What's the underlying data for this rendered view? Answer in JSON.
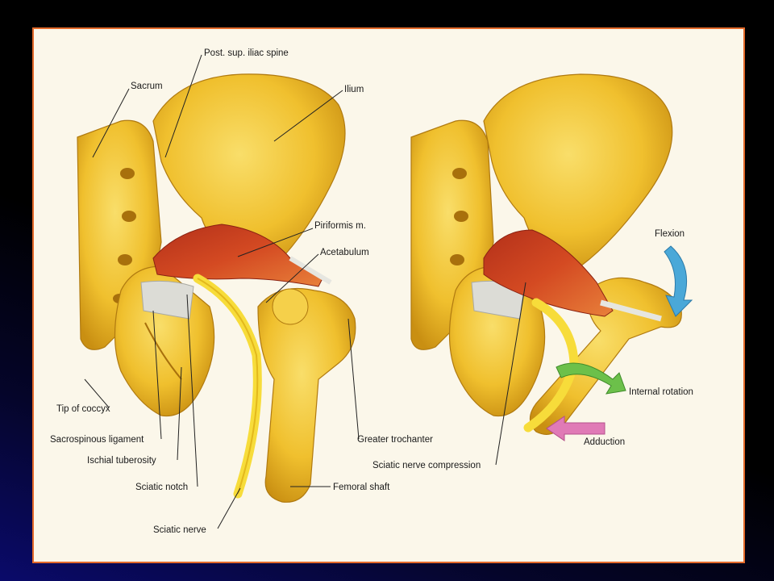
{
  "labels": {
    "sacrum": "Sacrum",
    "post_sup_iliac_spine": "Post. sup. iliac spine",
    "ilium": "Ilium",
    "piriformis": "Piriformis m.",
    "acetabulum": "Acetabulum",
    "tip_of_coccyx": "Tip of coccyx",
    "sacrospinous_ligament": "Sacrospinous ligament",
    "ischial_tuberosity": "Ischial tuberosity",
    "sciatic_notch": "Sciatic notch",
    "sciatic_nerve": "Sciatic nerve",
    "greater_trochanter": "Greater trochanter",
    "femoral_shaft": "Femoral shaft",
    "sciatic_nerve_compression": "Sciatic nerve compression",
    "flexion": "Flexion",
    "internal_rotation": "Internal rotation",
    "adduction": "Adduction"
  },
  "colors": {
    "bone": "#f0c02e",
    "bone_shadow": "#c98f12",
    "bone_highlight": "#f9de6a",
    "muscle": "#d44a22",
    "muscle_dark": "#b3301a",
    "ligament": "#dcdcd6",
    "nerve": "#f7dc3a",
    "flexion_arrow": "#4aa8d8",
    "rotation_arrow": "#6cc04a",
    "adduction_arrow": "#e07ab6",
    "frame": "#e46a2a"
  }
}
